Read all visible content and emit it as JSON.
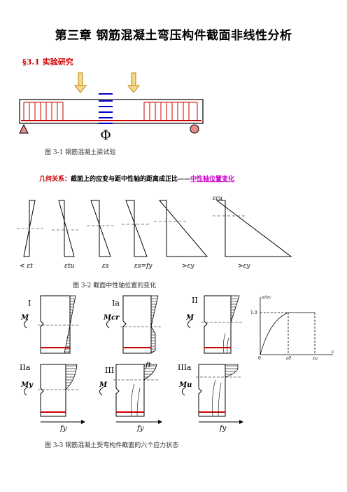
{
  "title": "第三章 钢筋混凝土弯压构件截面非线性分析",
  "section": "§3.1 实验研究",
  "fig1": {
    "caption": "图 3-1 钢筋混凝土梁试验",
    "symbol": "Φ"
  },
  "geometry": {
    "lead": "几何关系：",
    "text": "截面上的应变与距中性轴的距离成正比——",
    "link": "中性轴位置变化"
  },
  "fig2": {
    "caption": "图 3-2 截面中性轴位置的变化",
    "top_label": "εcu",
    "labels": [
      "< εt",
      "εtu",
      "εs",
      "εs=fy",
      ">εy",
      ">εy"
    ]
  },
  "fig3": {
    "caption": "图 3-3 钢筋混凝土受弯构件截面的六个应力状态",
    "stages": [
      {
        "stage": "I",
        "moment": "M"
      },
      {
        "stage": "Ia",
        "moment": "Mcr"
      },
      {
        "stage": "II",
        "moment": "M"
      },
      {
        "stage": "IIa",
        "moment": "My"
      },
      {
        "stage": "III",
        "moment": "M"
      },
      {
        "stage": "IIIa",
        "moment": "Mu"
      }
    ],
    "ft_label": "ft",
    "fy_labels": [
      "fy",
      "fy",
      "fy"
    ],
    "graph_ylabel": "σ/σc",
    "graph_y1": "1.0",
    "graph_x_ticks": [
      "0",
      "ε0",
      "εu"
    ],
    "graph_xlabel": "ε"
  }
}
